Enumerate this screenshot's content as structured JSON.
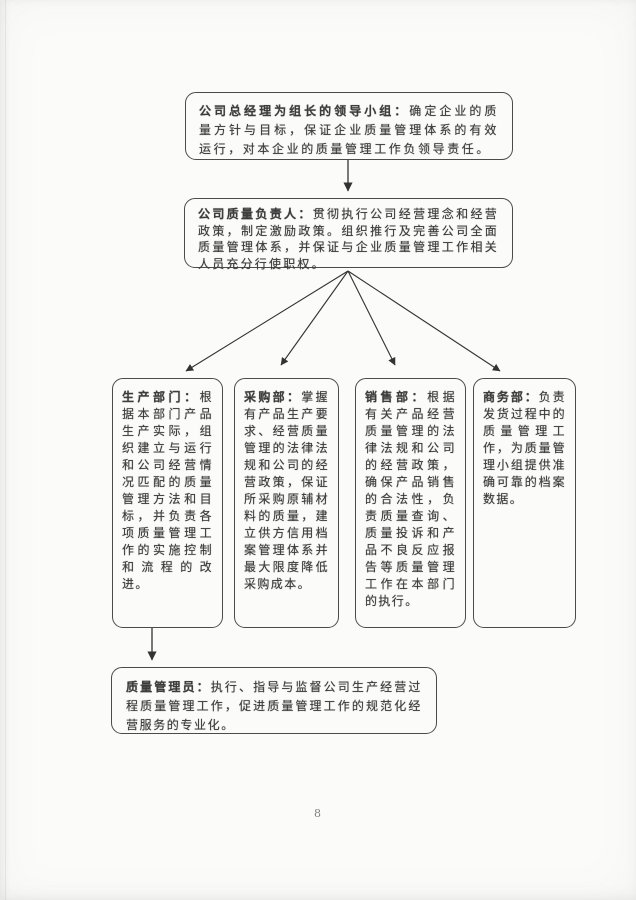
{
  "page_number": "8",
  "colors": {
    "ink": "#3c3c3c",
    "box_border": "#4b4b4b",
    "arrow": "#333333",
    "page_background": "#fbfbfa"
  },
  "flowchart": {
    "leadership_box": {
      "title": "公司总经理为组长的领导小组：",
      "body": "确定企业的质量方针与目标，保证企业质量管理体系的有效运行，对本企业的质量管理工作负领导责任。"
    },
    "quality_lead_box": {
      "title": "公司质量负责人：",
      "body": "贯彻执行公司经营理念和经营政策，制定激励政策。组织推行及完善公司全面质量管理体系，并保证与企业质量管理工作相关人员充分行使职权。"
    },
    "departments": [
      {
        "title": "生产部门：",
        "body": "根据本部门产品生产实际，组织建立与运行和公司经营情况匹配的质量管理方法和目标，并负责各项质量管理工作的实施控制和流程的改进。"
      },
      {
        "title": "采购部：",
        "body": "掌握有产品生产要求、经营质量管理的法律法规和公司的经营政策，保证所采购原辅材料的质量，建立供方信用档案管理体系并最大限度降低采购成本。"
      },
      {
        "title": "销售部：",
        "body": "根据有关产品经营质量管理的法律法规和公司的经营政策，确保产品销售的合法性，负责质量查询、质量投诉和产品不良反应报告等质量管理工作在本部门的执行。"
      },
      {
        "title": "商务部：",
        "body": "负责发货过程中的质量管理工作，为质量管理小组提供准确可靠的档案数据。"
      }
    ],
    "quality_admin_box": {
      "title": "质量管理员：",
      "body": "执行、指导与监督公司生产经营过程质量管理工作，促进质量管理工作的规范化经营服务的专业化。"
    }
  }
}
